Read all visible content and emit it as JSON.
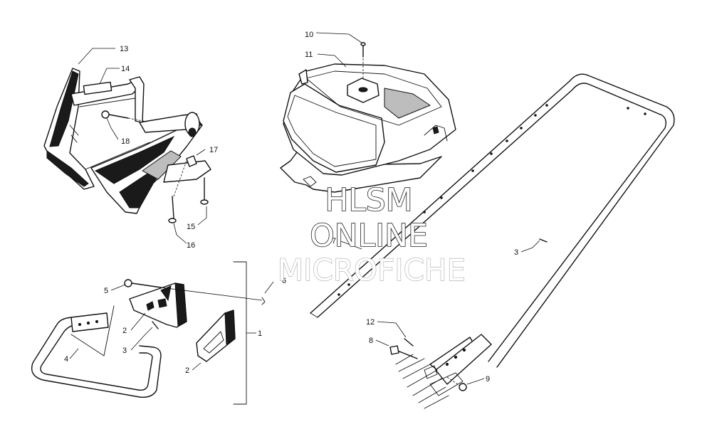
{
  "watermark": {
    "line1": "HLSM",
    "line2": "ONLINE",
    "line3": "MICROFICHE"
  },
  "callouts": [
    {
      "id": "c13",
      "label": "13"
    },
    {
      "id": "c14",
      "label": "14"
    },
    {
      "id": "c18",
      "label": "18"
    },
    {
      "id": "c17",
      "label": "17"
    },
    {
      "id": "c15",
      "label": "15"
    },
    {
      "id": "c16",
      "label": "16"
    },
    {
      "id": "c10",
      "label": "10"
    },
    {
      "id": "c11",
      "label": "11"
    },
    {
      "id": "c7",
      "label": "7"
    },
    {
      "id": "c3a",
      "label": "3"
    },
    {
      "id": "c5",
      "label": "5"
    },
    {
      "id": "c6",
      "label": "6"
    },
    {
      "id": "c2a",
      "label": "2"
    },
    {
      "id": "c3b",
      "label": "3"
    },
    {
      "id": "c4",
      "label": "4"
    },
    {
      "id": "c1",
      "label": "1"
    },
    {
      "id": "c2b",
      "label": "2"
    },
    {
      "id": "c12",
      "label": "12"
    },
    {
      "id": "c8",
      "label": "8"
    },
    {
      "id": "c9",
      "label": "9"
    }
  ]
}
